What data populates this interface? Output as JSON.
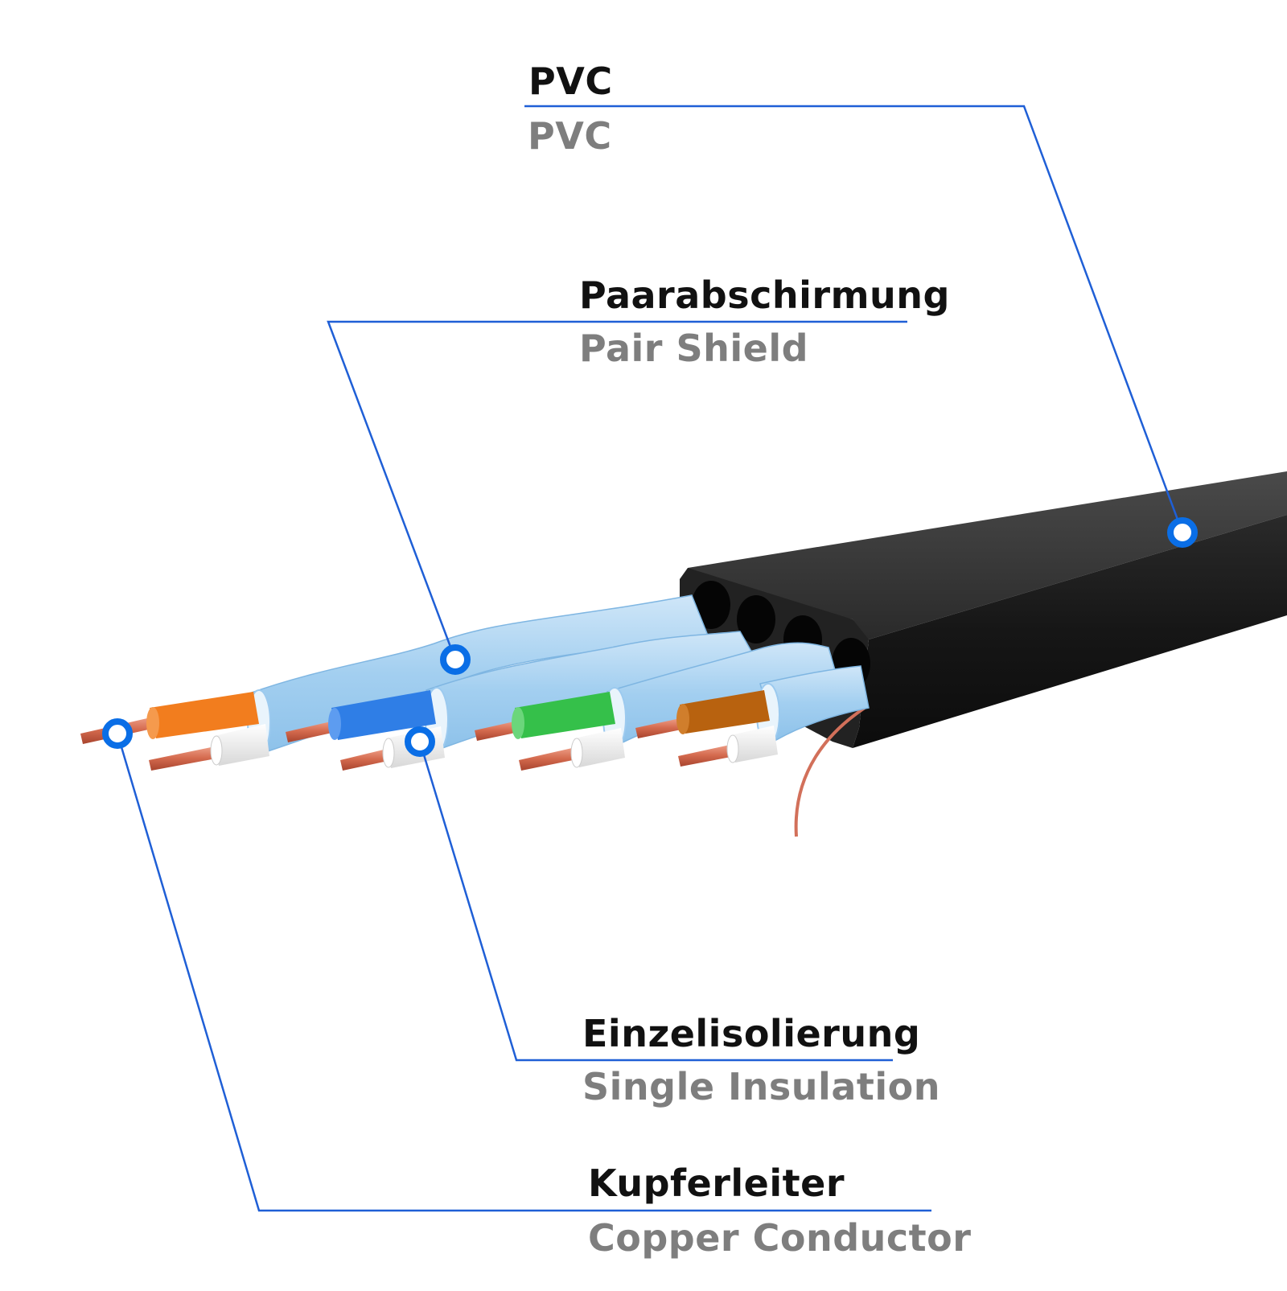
{
  "colors": {
    "callout_line": "#1f5fd6",
    "marker": "#0a6ee6",
    "jacket": "#1b1b1b",
    "shield": "#a9d3f2",
    "copper": "#d9735a",
    "orange": "#f27d1e",
    "blue": "#2f7ee6",
    "green": "#35c04a",
    "brown": "#b8620f",
    "white_insulation": "#f1f1f1"
  },
  "labels": {
    "pvc": {
      "de": "PVC",
      "en": "PVC"
    },
    "pair_shield": {
      "de": "Paarabschirmung",
      "en": "Pair Shield"
    },
    "single_insulation": {
      "de": "Einzelisolierung",
      "en": "Single Insulation"
    },
    "copper_conductor": {
      "de": "Kupferleiter",
      "en": "Copper Conductor"
    }
  }
}
